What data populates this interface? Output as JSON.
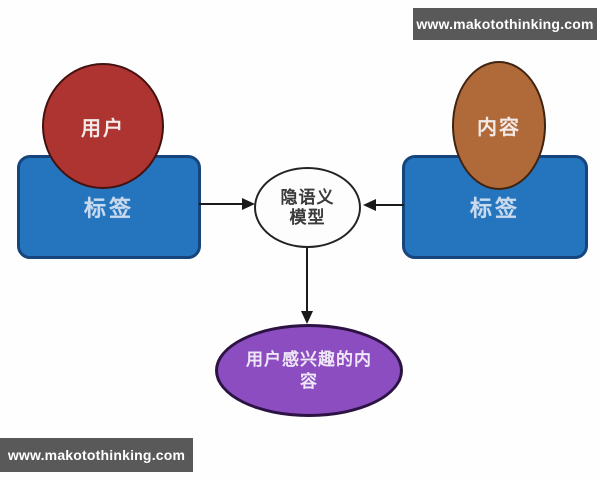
{
  "watermark_top": {
    "text": "www.makotothinking.com"
  },
  "watermark_bottom": {
    "text": "www.makotothinking.com"
  },
  "diagram": {
    "title_implied": "latent-semantic-model-recommendation-flow",
    "user_ellipse": {
      "label": "用户"
    },
    "left_tag_box": {
      "label": "标签"
    },
    "content_ellipse": {
      "label": "内容"
    },
    "right_tag_box": {
      "label": "标签"
    },
    "model_ellipse": {
      "line1": "隐语义",
      "line2": "模型"
    },
    "result_ellipse": {
      "line1": "用户感兴趣的内",
      "line2": "容"
    },
    "colors": {
      "user_fill": "#ae3431",
      "content_fill": "#b06a3a",
      "tag_fill": "#2575be",
      "tag_border": "#16457e",
      "model_fill": "#fdfdfd",
      "result_fill": "#8b4dc0",
      "banner_bg": "#595959",
      "banner_text": "#ffffff",
      "arrow": "#1a1a1a",
      "background": "#fefefe"
    }
  }
}
